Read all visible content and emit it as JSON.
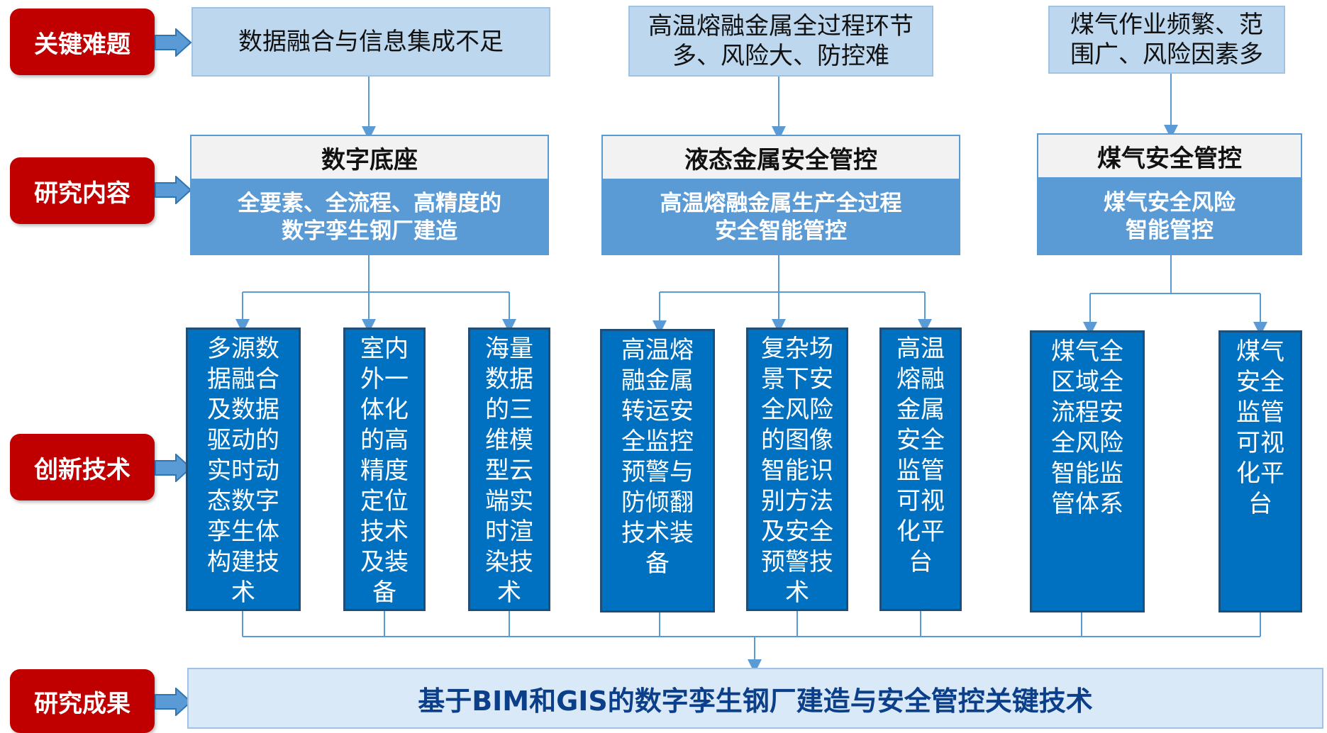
{
  "row_labels": {
    "problem": "关键难题",
    "content": "研究内容",
    "innovation": "创新技术",
    "result": "研究成果"
  },
  "problems": [
    {
      "lines": [
        "数据融合与信息集成不足"
      ]
    },
    {
      "lines": [
        "高温熔融金属全过程环节",
        "多、风险大、防控难"
      ]
    },
    {
      "lines": [
        "煤气作业频繁、范",
        "围广、风险因素多"
      ]
    }
  ],
  "contents": [
    {
      "title": "数字底座",
      "lines": [
        "全要素、全流程、高精度的",
        "数字孪生钢厂建造"
      ]
    },
    {
      "title": "液态金属安全管控",
      "lines": [
        "高温熔融金属生产全过程",
        "安全智能管控"
      ]
    },
    {
      "title": "煤气安全管控",
      "lines": [
        "煤气安全风险",
        "智能管控"
      ]
    }
  ],
  "techs": [
    {
      "lines": [
        "多源数",
        "据融合",
        "及数据",
        "驱动的",
        "实时动",
        "态数字",
        "孪生体",
        "构建技",
        "术"
      ]
    },
    {
      "lines": [
        "室内",
        "外一",
        "体化",
        "的高",
        "精度",
        "定位",
        "技术",
        "及装",
        "备"
      ]
    },
    {
      "lines": [
        "海量",
        "数据",
        "的三",
        "维模",
        "型云",
        "端实",
        "时渲",
        "染技",
        "术"
      ]
    },
    {
      "lines": [
        "高温熔",
        "融金属",
        "转运安",
        "全监控",
        "预警与",
        "防倾翻",
        "技术装",
        "备"
      ]
    },
    {
      "lines": [
        "复杂场",
        "景下安",
        "全风险",
        "的图像",
        "智能识",
        "别方法",
        "及安全",
        "预警技",
        "术"
      ]
    },
    {
      "lines": [
        "高温",
        "熔融",
        "金属",
        "安全",
        "监管",
        "可视",
        "化平",
        "台"
      ]
    },
    {
      "lines": [
        "煤气全",
        "区域全",
        "流程安",
        "全风险",
        "智能监",
        "管体系"
      ]
    },
    {
      "lines": [
        "煤气",
        "安全",
        "监管",
        "可视",
        "化平",
        "台"
      ]
    }
  ],
  "result": {
    "text": "基于BIM和GIS的数字孪生钢厂建造与安全管控关键技术"
  },
  "colors": {
    "label_red": "#c00000",
    "problem_fill": "#bdd7ee",
    "content_fill": "#5b9bd5",
    "tech_fill": "#0070c0",
    "result_text": "#0b3f8a",
    "connector": "#5b9bd5"
  }
}
